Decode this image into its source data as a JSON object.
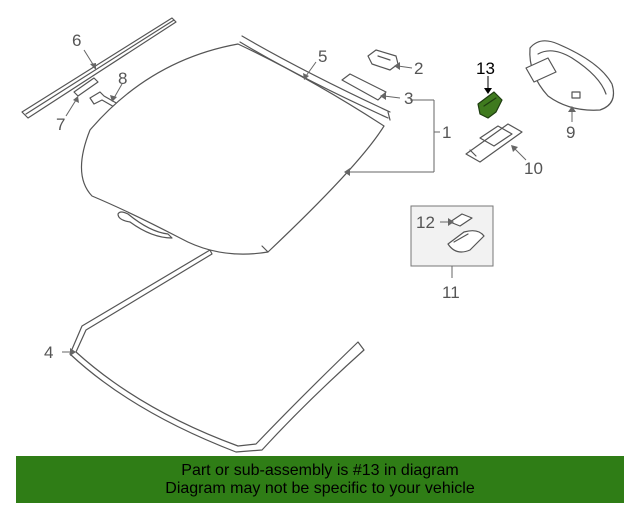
{
  "diagram": {
    "callouts": [
      "1",
      "2",
      "3",
      "4",
      "5",
      "6",
      "7",
      "8",
      "9",
      "10",
      "11",
      "12",
      "13"
    ],
    "highlight_callout": "13",
    "colors": {
      "highlight": "#3f7a1e",
      "banner": "#2f7d16",
      "lines": "#555555"
    }
  },
  "banner": {
    "line1": "Part or sub-assembly is #13 in diagram",
    "line2": "Diagram may not be specific to your vehicle"
  }
}
